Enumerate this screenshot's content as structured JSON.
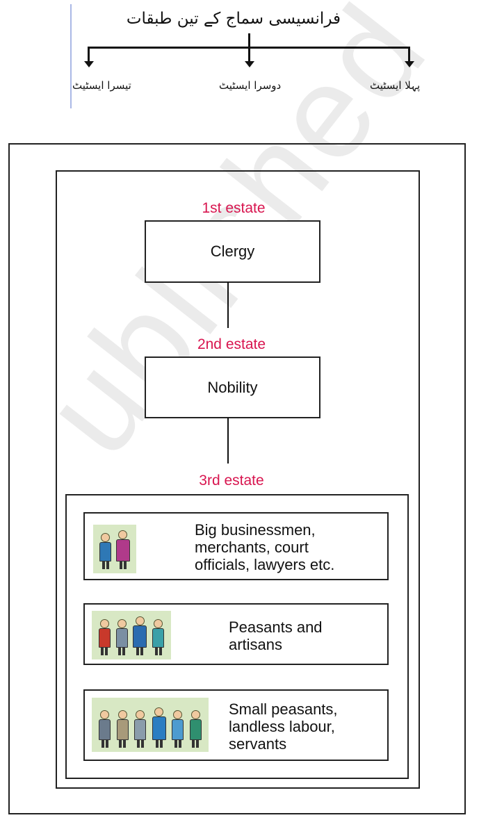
{
  "header": {
    "title_ur": "فرانسیسی سماج کے تین طبقات",
    "estates_ur": [
      "تیسرا ایسٹیٹ",
      "دوسرا ایسٹیٹ",
      "پہلا ایسٹیٹ"
    ]
  },
  "diagram": {
    "watermark": "ublished",
    "estates": [
      {
        "label": "1st estate",
        "box": "Clergy"
      },
      {
        "label": "2nd estate",
        "box": "Nobility"
      },
      {
        "label": "3rd estate"
      }
    ],
    "third_estate_groups": [
      {
        "text": "Big businessmen,\nmerchants, court\nofficials, lawyers etc.",
        "figures": 2
      },
      {
        "text": "Peasants and\nartisans",
        "figures": 4
      },
      {
        "text": "Small peasants,\nlandless labour,\nservants",
        "figures": 6
      }
    ],
    "colors": {
      "estate_label": "#d8154f",
      "illustration_bg": "#d8e8c4"
    }
  }
}
